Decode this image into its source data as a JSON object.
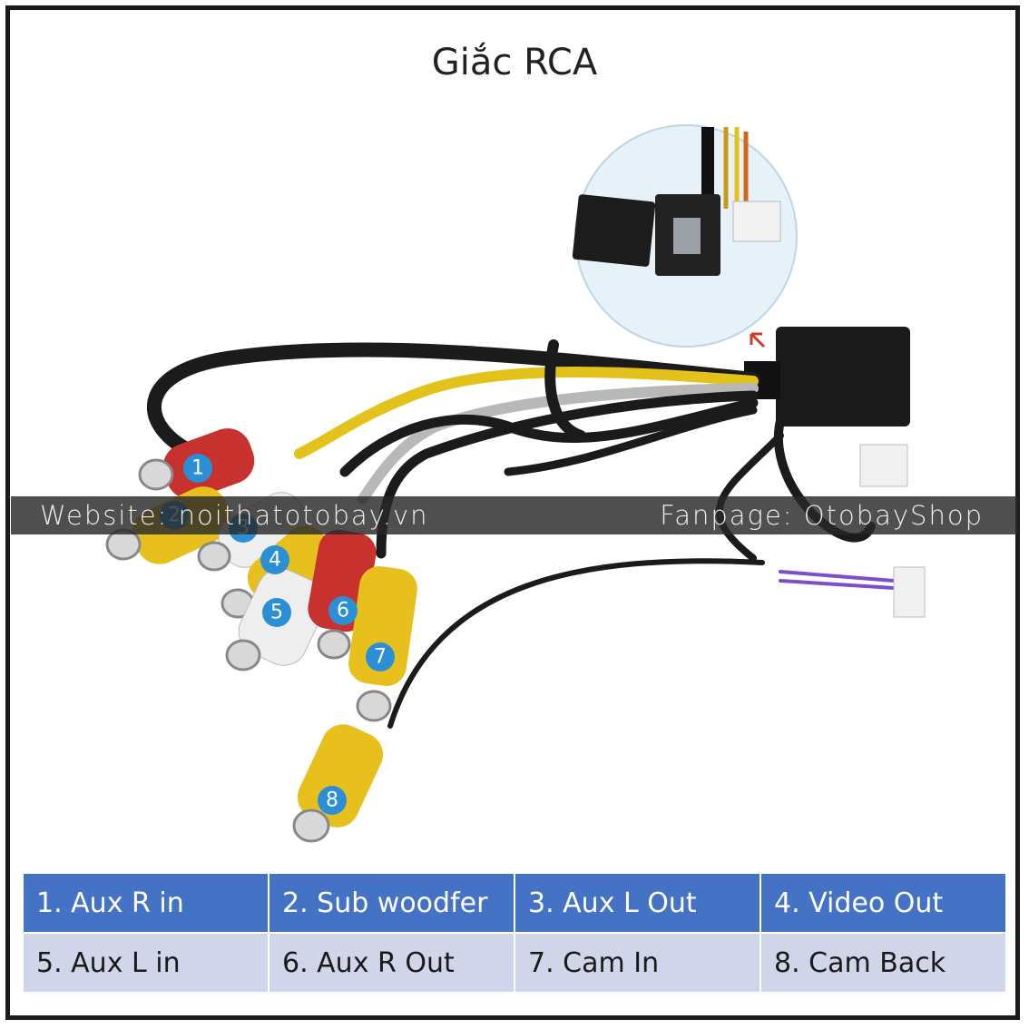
{
  "title": "Giắc RCA",
  "watermark": {
    "website": "Website: noithatotobay.vn",
    "fanpage": "Fanpage: OtobayShop"
  },
  "badges": [
    "1",
    "2",
    "3",
    "4",
    "5",
    "6",
    "7",
    "8"
  ],
  "legend": {
    "row1": [
      "1. Aux R in",
      "2. Sub woodfer",
      "3. Aux L Out",
      "4. Video Out"
    ],
    "row2": [
      "5. Aux L in",
      "6. Aux R Out",
      "7. Cam In",
      "8. Cam Back"
    ]
  },
  "colors": {
    "header_row": "#4472c4",
    "body_row": "#d0d5ea",
    "badge": "#2b8fd6",
    "rca_red": "#c8322e",
    "rca_yellow": "#e8c01e",
    "rca_white": "#eeeeee"
  }
}
